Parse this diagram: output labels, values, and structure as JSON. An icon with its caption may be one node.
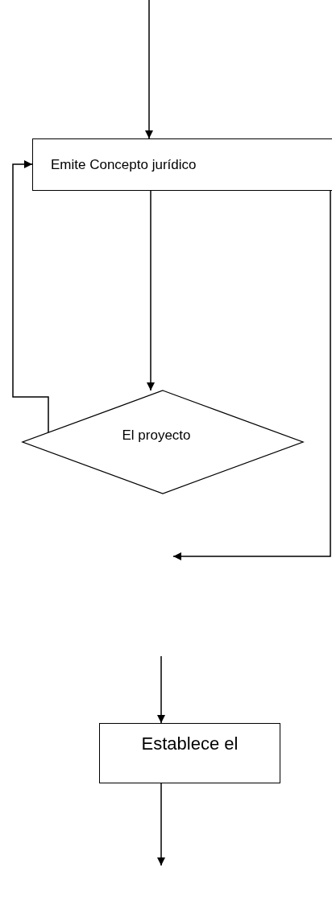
{
  "diagram": {
    "nodes": [
      {
        "text": [
          "Emite Concepto jurídico"
        ]
      },
      {
        "text": [
          "El proyecto"
        ]
      },
      {
        "text": [
          "Establece el"
        ]
      }
    ],
    "edges": [
      {
        "from": null,
        "to": 0,
        "arrow": "to"
      },
      {
        "from": 0,
        "to": 1,
        "arrow": "to"
      },
      {
        "from": 1,
        "to": 0,
        "arrow": "to"
      },
      {
        "from": 0,
        "to": null,
        "arrow": "to"
      },
      {
        "from": null,
        "to": 2,
        "arrow": "to"
      },
      {
        "from": 2,
        "to": null,
        "arrow": "to"
      }
    ]
  }
}
